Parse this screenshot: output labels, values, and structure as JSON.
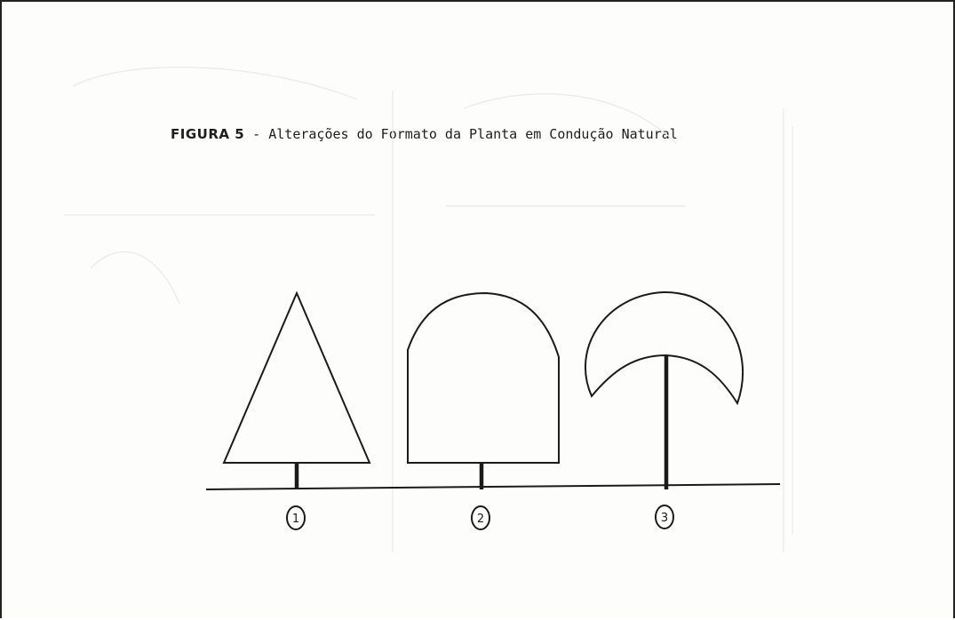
{
  "figure": {
    "label": "FIGURA 5",
    "separator": " - ",
    "caption": "Alterações do Formato da Planta em Condução Natural"
  },
  "shapes": [
    {
      "number": "1"
    },
    {
      "number": "2"
    },
    {
      "number": "3"
    }
  ]
}
